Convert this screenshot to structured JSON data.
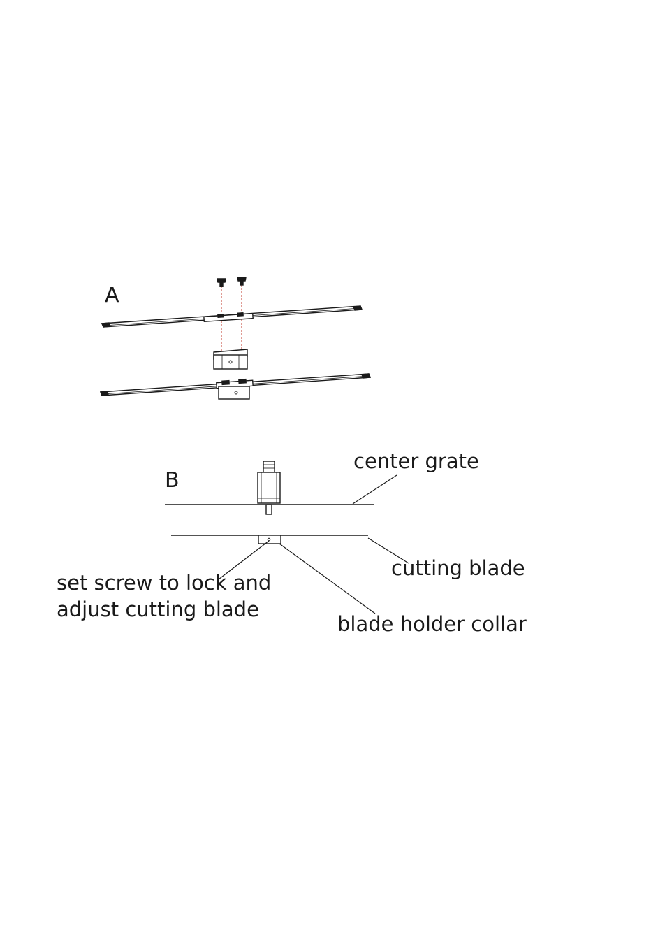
{
  "figure_a": {
    "label": "A"
  },
  "figure_b": {
    "label": "B",
    "callouts": {
      "center_grate": "center grate",
      "cutting_blade": "cutting blade",
      "set_screw_line1": "set screw to lock and",
      "set_screw_line2": "adjust cutting blade",
      "blade_holder_collar": "blade holder collar"
    }
  },
  "colors": {
    "ink": "#1a1a1a",
    "guide": "#c0392b",
    "paper": "#ffffff"
  }
}
